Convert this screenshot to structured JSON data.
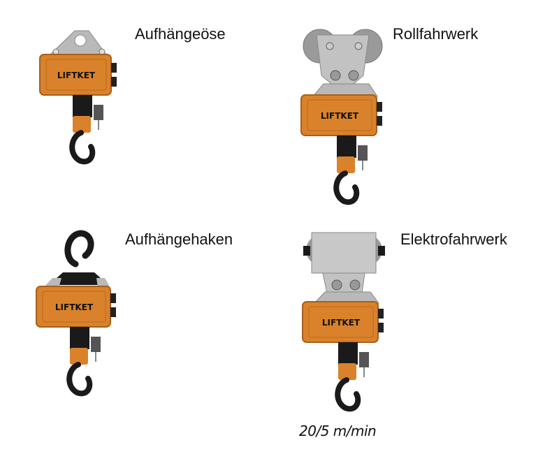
{
  "variants": [
    {
      "label": "Aufhängeöse",
      "brand": "LIFTKET",
      "suspension": "eye"
    },
    {
      "label": "Rollfahrwerk",
      "brand": "LIFTKET",
      "suspension": "push-trolley"
    },
    {
      "label": "Aufhängehaken",
      "brand": "LIFTKET",
      "suspension": "hook"
    },
    {
      "label": "Elektrofahrwerk",
      "brand": "LIFTKET",
      "suspension": "electric-trolley",
      "speed": "20/5 m/min"
    }
  ],
  "colors": {
    "housing_orange": "#D9822B",
    "housing_dark": "#B86A1E",
    "metal_gray": "#B8B8B8",
    "black": "#1A1A1A"
  }
}
